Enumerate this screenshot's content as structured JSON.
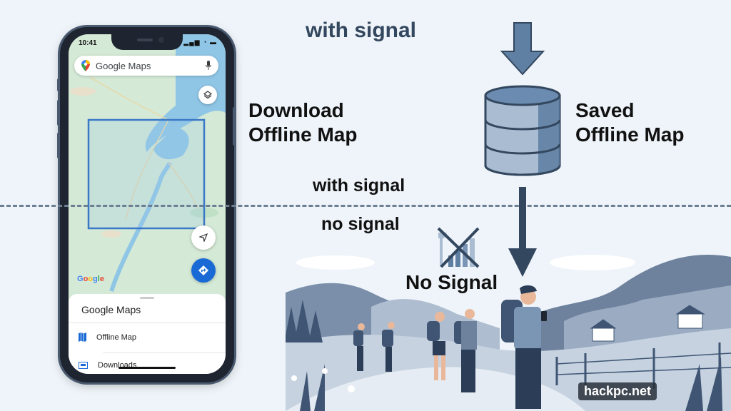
{
  "phone": {
    "status_time": "10:41",
    "status_icons": "signal-wifi-battery",
    "search": {
      "label": "Google Maps",
      "left_icon": "maps-pin-icon",
      "right_icon": "microphone-icon"
    },
    "map_buttons": [
      "layers-icon",
      "locate-arrow-icon",
      "directions-icon"
    ],
    "map_logo": "Google",
    "selection_box_color": "#3a78c8",
    "bottom_sheet": {
      "title": "Google Maps",
      "items": [
        {
          "label": "Offline Map",
          "icon": "map-icon"
        },
        {
          "label": "Downloads",
          "icon": "download-icon"
        }
      ]
    }
  },
  "labels": {
    "top_with_signal": "with signal",
    "download": [
      "Download",
      "Offline Map"
    ],
    "saved": [
      "Saved",
      "Offline Map"
    ],
    "divider_above": "with signal",
    "divider_below": "no signal",
    "no_signal": "No Signal"
  },
  "icons": {
    "database": "database-icon",
    "arrow_down_top": "arrow-down-icon",
    "arrow_down_long": "arrow-down-icon",
    "no_signal": "signal-crossed-icon"
  },
  "scene": {
    "description": "hikers-in-mountains",
    "hiker_count": 5
  },
  "watermark": "hackpc.net",
  "colors": {
    "background": "#eef4f9",
    "accent_dark": "#33475f",
    "database_fill": "#a9bcd2",
    "database_shade": "#5f7fa3",
    "arrow_fill": "#5f7fa3",
    "dash": "#6d7f92",
    "google_blue": "#1a6ad6"
  }
}
